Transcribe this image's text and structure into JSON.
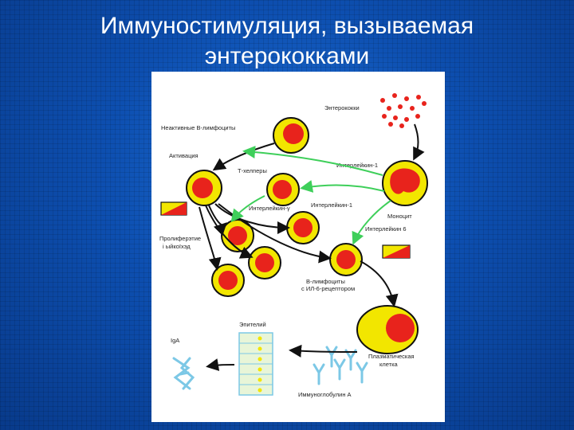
{
  "title": {
    "line1": "Иммуностимуляция, вызываемая",
    "line2": "энтерококками"
  },
  "colors": {
    "background": "#0d4fb0",
    "cell_cytoplasm": "#f2e600",
    "cell_nucleus": "#e8231c",
    "black_arrow": "#111111",
    "green_arrow": "#3ecf5a",
    "antibody": "#7cc8e6"
  },
  "diagram": {
    "labels": {
      "enterococci": "Энтерококки",
      "inactive_b": "Неактивные В-лимфоциты",
      "activation": "Активация",
      "t_helpers": "Т-хелперы",
      "il1": "Интерлейкин-1",
      "il_gamma": "Интерлейкин-γ",
      "il_minus1": "Интерлейкин-1",
      "monocyte": "Моноцит",
      "il6": "Интерлейкин 6",
      "proliferation1": "Пролиферэтие",
      "proliferation2": "і ыйкоїхэд",
      "b_lymph1": "В-лимфоциты",
      "b_lymph2": "с ИЛ-6-рецептором",
      "epithelium": "Эпителий",
      "iga": "IgA",
      "plasma1": "Плазматическая",
      "plasma2": "клетка",
      "immunoglobulin": "Иммуноглобулин А"
    },
    "icons": [
      "enterococci-dots-icon",
      "cell-icon",
      "receptor-card-icon",
      "antibody-icon",
      "epithelium-icon",
      "iga-dimer-icon"
    ]
  }
}
